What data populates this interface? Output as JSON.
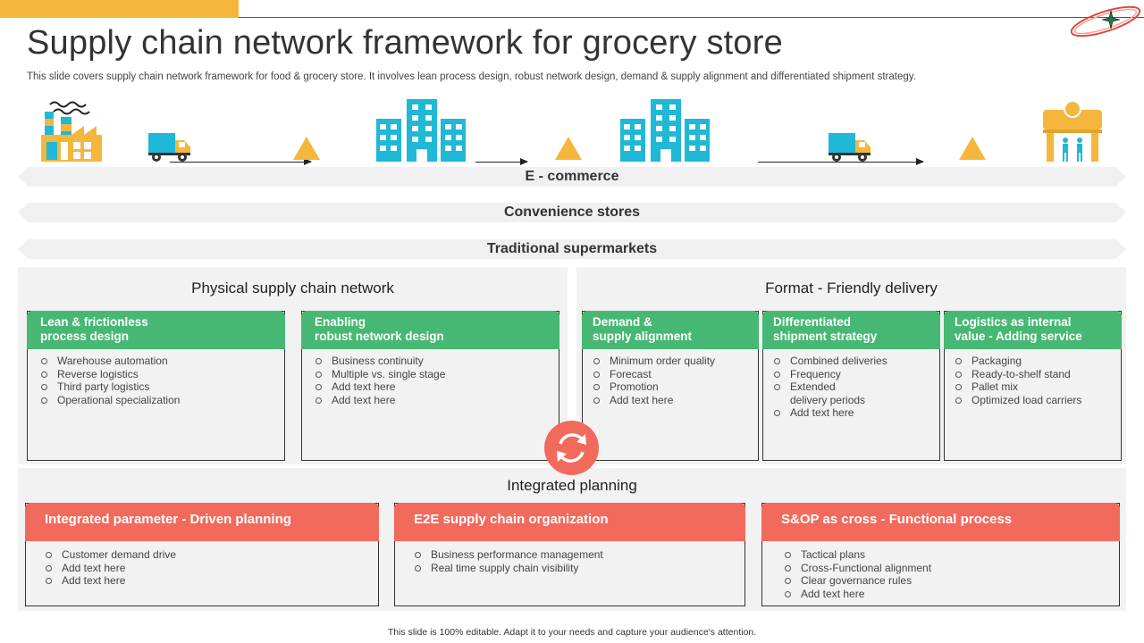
{
  "header": {
    "title": "Supply chain network framework for grocery store",
    "subtitle": "This slide covers supply chain network framework for food & grocery store. It involves lean process design, robust network design, demand & supply alignment and differentiated shipment strategy."
  },
  "flow_icons": [
    "factory-icon",
    "truck-icon",
    "warning-triangle-icon",
    "buildings-icon",
    "warning-triangle-icon",
    "buildings-icon",
    "truck-icon",
    "warning-triangle-icon",
    "store-gate-icon"
  ],
  "channels": [
    "E - commerce",
    "Convenience stores",
    "Traditional supermarkets"
  ],
  "physical": {
    "title": "Physical supply chain network",
    "cards": [
      {
        "heading_1": "Lean & frictionless",
        "heading_2": "process design",
        "items": [
          "Warehouse automation",
          "Reverse logistics",
          "Third party logistics",
          "Operational specialization"
        ]
      },
      {
        "heading_1": "Enabling",
        "heading_2": "robust network design",
        "items": [
          "Business continuity",
          "Multiple vs. single stage",
          "Add text here",
          "Add text here"
        ]
      }
    ]
  },
  "delivery": {
    "title": "Format - Friendly delivery",
    "cards": [
      {
        "heading_1": "Demand &",
        "heading_2": "supply alignment",
        "items": [
          "Minimum order quality",
          "Forecast",
          "Promotion",
          "Add text here"
        ]
      },
      {
        "heading_1": "Differentiated",
        "heading_2": "shipment strategy",
        "items": [
          "Combined deliveries",
          "Frequency",
          "Extended",
          "Add text here"
        ],
        "item_2_line_2": "delivery periods"
      },
      {
        "heading_1": "Logistics as internal",
        "heading_2": "value - Adding service",
        "items": [
          "Packaging",
          "Ready-to-shelf stand",
          "Pallet mix",
          "Optimized load carriers"
        ]
      }
    ]
  },
  "integrated": {
    "title": "Integrated planning",
    "cards": [
      {
        "heading": "Integrated parameter - Driven planning",
        "items": [
          "Customer demand drive",
          "Add text here",
          "Add text here"
        ]
      },
      {
        "heading": "E2E supply chain organization",
        "items": [
          "Business performance management",
          "Real time supply chain visibility"
        ]
      },
      {
        "heading": "S&OP as cross - Functional process",
        "items": [
          "Tactical plans",
          "Cross-Functional alignment",
          "Clear governance rules",
          "Add text here"
        ]
      }
    ]
  },
  "colors": {
    "accent_yellow": "#f5b63d",
    "icon_blue": "#1fb8d6",
    "green": "#46b873",
    "red": "#f26a5c",
    "panel_gray": "#f2f2f2"
  },
  "footer": "This slide is 100% editable. Adapt it to your needs and capture your audience's attention."
}
